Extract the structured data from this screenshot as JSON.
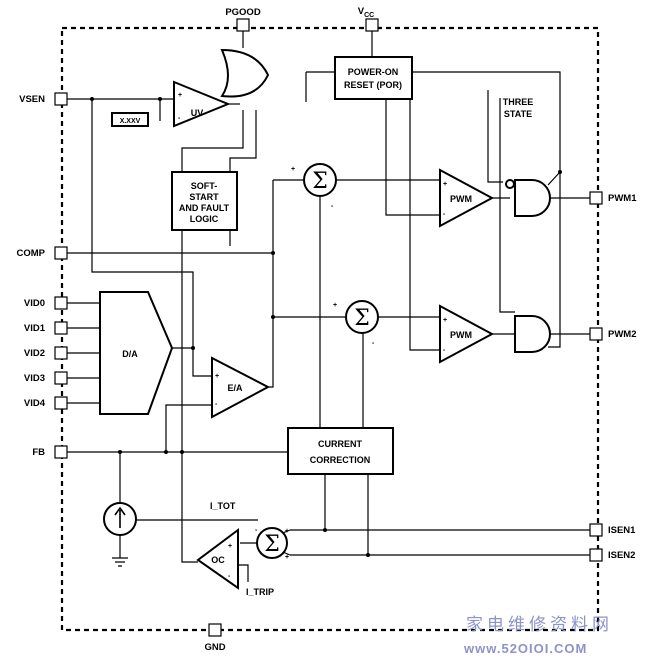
{
  "pins": {
    "pgood": "PGOOD",
    "vcc_main": "V",
    "vcc_sub": "CC",
    "vsen": "VSEN",
    "comp": "COMP",
    "vid0": "VID0",
    "vid1": "VID1",
    "vid2": "VID2",
    "vid3": "VID3",
    "vid4": "VID4",
    "fb": "FB",
    "pwm1": "PWM1",
    "pwm2": "PWM2",
    "isen1": "ISEN1",
    "isen2": "ISEN2",
    "gnd": "GND"
  },
  "blocks": {
    "por_line1": "POWER-ON",
    "por_line2": "RESET (POR)",
    "three_state_line1": "THREE",
    "three_state_line2": "STATE",
    "soft_line1": "SOFT-",
    "soft_line2": "START",
    "soft_line3": "AND FAULT",
    "soft_line4": "LOGIC",
    "uv": "UV",
    "uv_ref": "X.XXV",
    "pwm_a": "PWM",
    "pwm_b": "PWM",
    "da": "D/A",
    "ea": "E/A",
    "cc_line1": "CURRENT",
    "cc_line2": "CORRECTION",
    "oc": "OC",
    "i_tot": "I_TOT",
    "i_trip": "I_TRIP",
    "sigma": "Σ",
    "plus": "+",
    "minus": "-"
  },
  "watermark": {
    "cn": "家电维修资料网",
    "url": "www.52OIOI.COM"
  }
}
